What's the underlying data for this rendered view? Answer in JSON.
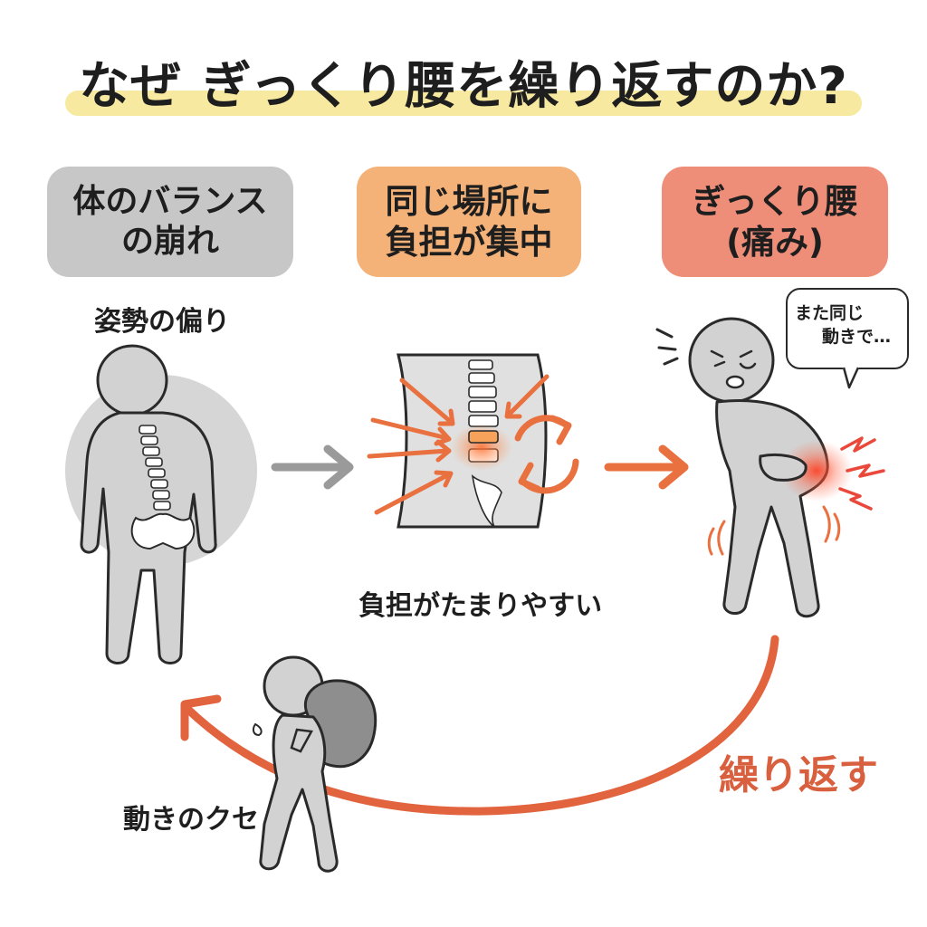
{
  "title": "なぜ ぎっくり腰を繰り返すのか?",
  "steps": [
    {
      "line1": "体のバランス",
      "line2": "の崩れ",
      "color": "#c7c7c7"
    },
    {
      "line1": "同じ場所に",
      "line2": "負担が集中",
      "color": "#f4b278"
    },
    {
      "line1": "ぎっくり腰",
      "line2": "(痛み)",
      "color": "#ee8e79"
    }
  ],
  "labels": {
    "posture": "姿勢の偏り",
    "accumulate": "負担がたまりやすい",
    "habit": "動きのクセ",
    "repeat": "繰り返す"
  },
  "speech_bubble": {
    "line1": "また同じ",
    "line2": "動きで…"
  },
  "colors": {
    "figure": "#d2d2d2",
    "outline": "#2a2a2a",
    "accent": "#e9703f",
    "arrow_gray": "#9a9a9a",
    "highlight": "#f7e9a0"
  }
}
